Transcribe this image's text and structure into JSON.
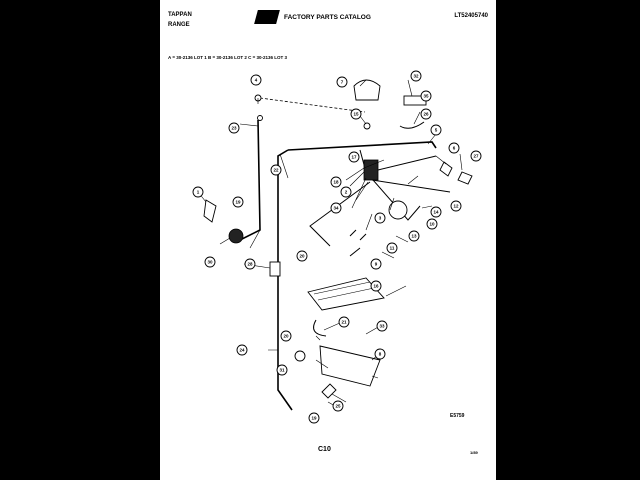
{
  "header": {
    "brand_line1": "TAPPAN",
    "brand_line2": "RANGE",
    "logo_text": "FACTORY PARTS CATALOG",
    "model": "LT52405740"
  },
  "lots": "A = 30-2136 LOT 1    B = 30-2136 LOT 2    C = 30-2136 LOT 3",
  "diagram_code": "E5759",
  "page_number": "C10",
  "date_code": "1/89",
  "callouts": [
    "1",
    "2",
    "3",
    "4",
    "5",
    "6",
    "7",
    "8",
    "9",
    "10",
    "11",
    "12",
    "13",
    "14",
    "15",
    "16",
    "17",
    "18",
    "19",
    "19",
    "20",
    "20",
    "21",
    "22",
    "23",
    "24",
    "25",
    "26",
    "27",
    "28",
    "30",
    "31",
    "32",
    "33",
    "34",
    "35"
  ]
}
